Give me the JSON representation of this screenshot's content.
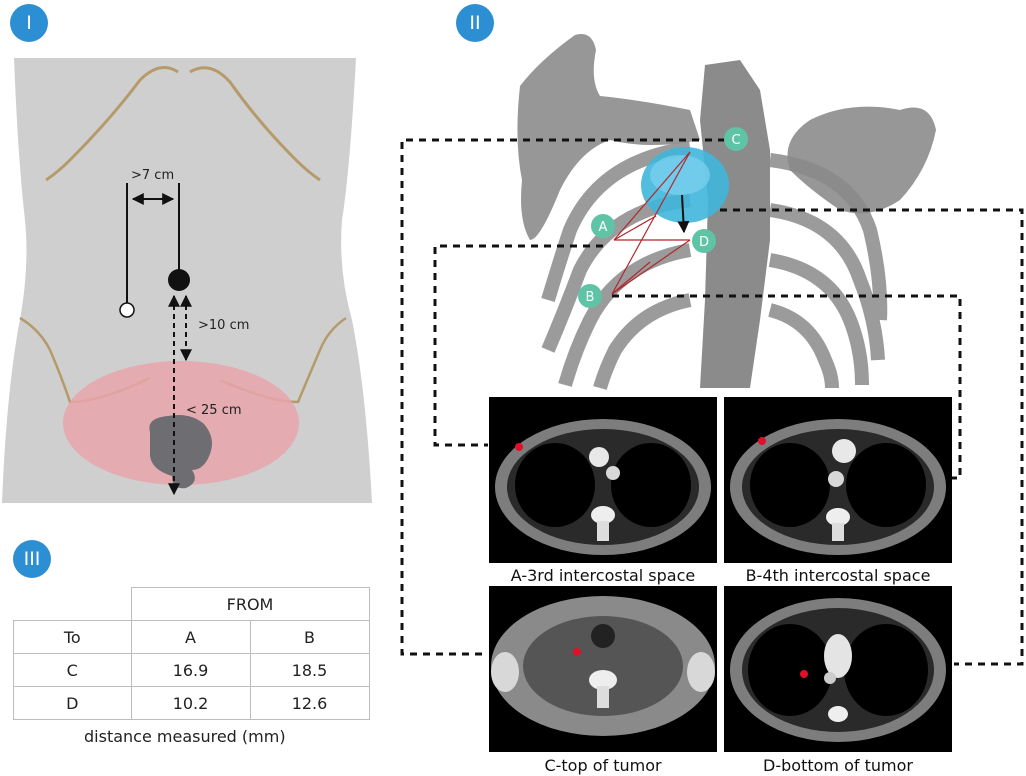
{
  "panels": {
    "panel1_label": "I",
    "panel2_label": "II",
    "panel3_label": "III"
  },
  "torso_diagram": {
    "label_7cm": ">7 cm",
    "label_10cm": ">10 cm",
    "label_25cm": "< 25 cm"
  },
  "skeleton_view": {
    "points": [
      "A",
      "B",
      "C",
      "D"
    ]
  },
  "ct_scans": [
    {
      "caption": "A-3rd intercostal space"
    },
    {
      "caption": "B-4th intercostal space"
    },
    {
      "caption": "C-top of tumor"
    },
    {
      "caption": "D-bottom of tumor"
    }
  ],
  "distance_table": {
    "header_from": "FROM",
    "header_to": "To",
    "col_a": "A",
    "col_b": "B",
    "rows": [
      {
        "to": "C",
        "a": "16.9",
        "b": "18.5"
      },
      {
        "to": "D",
        "a": "10.2",
        "b": "12.6"
      }
    ],
    "caption": "distance measured (mm)"
  },
  "colors": {
    "badge": "#2d8fd3",
    "marker": "#5fc4a6",
    "tumor": "#3fb6dc",
    "zone": "#e8a4ac",
    "marker_dot": "#e0102a"
  }
}
